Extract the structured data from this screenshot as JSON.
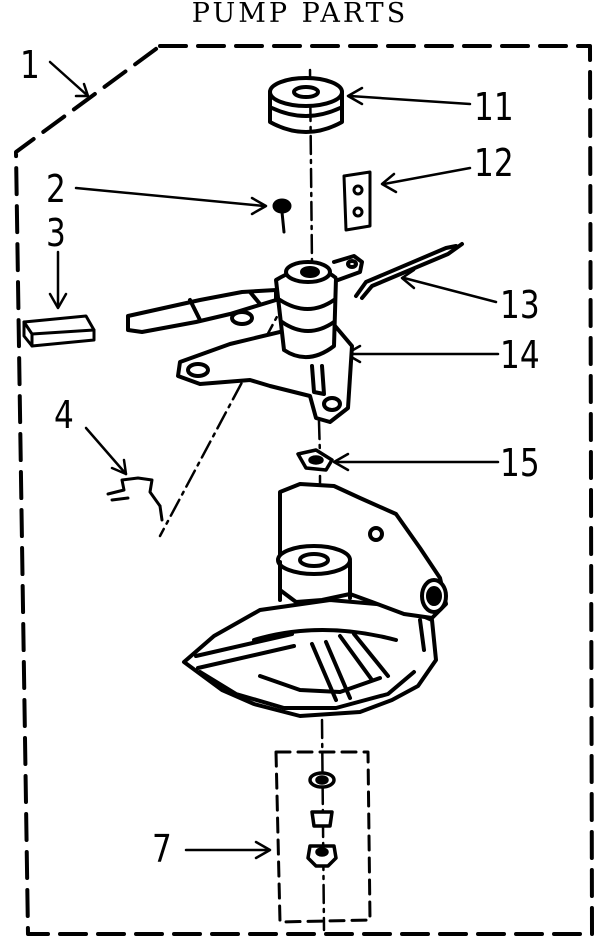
{
  "title": "PUMP PARTS",
  "callouts": {
    "c1": "1",
    "c2": "2",
    "c3": "3",
    "c4": "4",
    "c7": "7",
    "c11": "11",
    "c12": "12",
    "c13": "13",
    "c14": "14",
    "c15": "15"
  },
  "colors": {
    "ink": "#000000",
    "paper": "#ffffff"
  }
}
